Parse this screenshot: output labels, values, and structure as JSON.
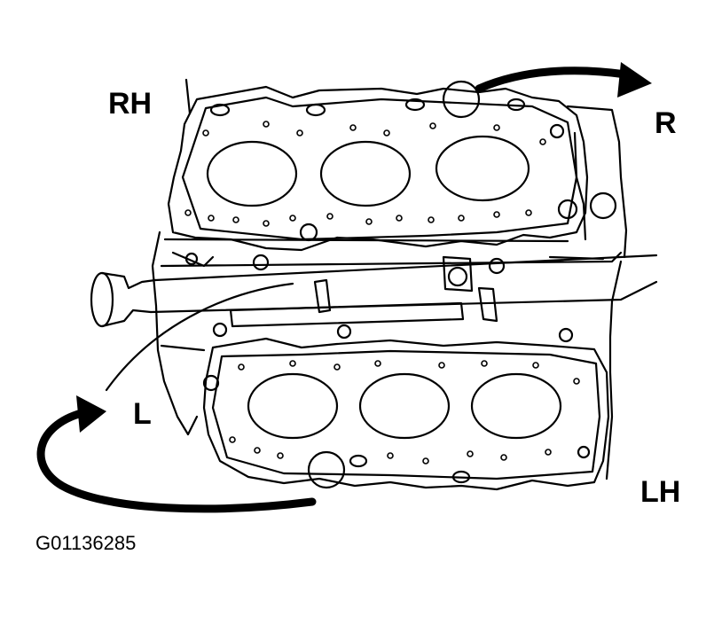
{
  "labels": {
    "right_head": "RH",
    "right_direction": "R",
    "left_direction": "L",
    "left_head": "LH"
  },
  "figure_id": "G01136285",
  "colors": {
    "line": "#000000",
    "background": "#ffffff"
  }
}
